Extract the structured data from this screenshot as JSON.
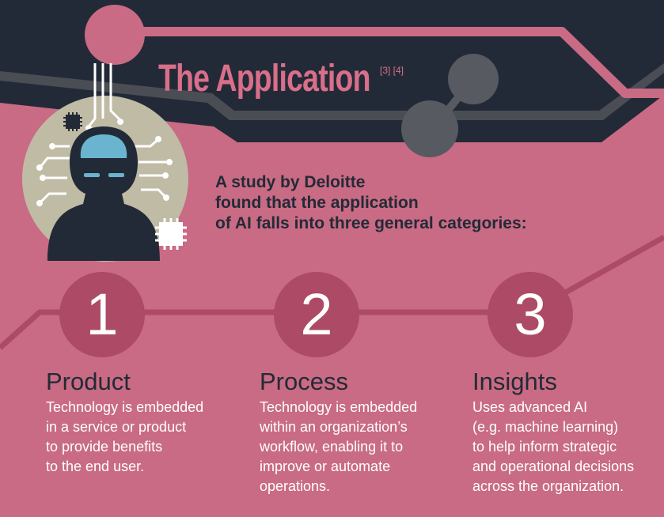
{
  "colors": {
    "background": "#c96b84",
    "band": "#232a37",
    "band_stripe": "#4b4d55",
    "accent_circle": "#c96b84",
    "gray_dots": "#575a60",
    "badge": "#ad4a66",
    "badge_text": "#ffffff",
    "title_text": "#d96f8a",
    "intro_text": "#232a37",
    "heading_text": "#232a37",
    "desc_text": "#ffffff",
    "head_disc": "#c0bba5",
    "circuit": "#ffffff",
    "robot_dark": "#232a37",
    "robot_brain": "#6ab4d0"
  },
  "header": {
    "title": "The Application",
    "refs": "[3] [4]"
  },
  "intro": {
    "lines": [
      "A study by Deloitte",
      "found that the application",
      "of AI falls into three general categories:"
    ]
  },
  "categories": [
    {
      "number": "1",
      "heading": "Product",
      "lines": [
        "Technology is embedded",
        "in a service or product",
        "to provide benefits",
        "to the end user."
      ]
    },
    {
      "number": "2",
      "heading": "Process",
      "lines": [
        "Technology is embedded",
        "within an organization’s",
        "workflow, enabling it to",
        "improve or automate",
        "operations."
      ]
    },
    {
      "number": "3",
      "heading": "Insights",
      "lines": [
        "Uses advanced AI",
        "(e.g. machine learning)",
        "to help inform strategic",
        "and operational decisions",
        "across the organization."
      ]
    }
  ],
  "icons": {
    "robot": "ai-head-icon",
    "chip": "microchip-icon"
  }
}
